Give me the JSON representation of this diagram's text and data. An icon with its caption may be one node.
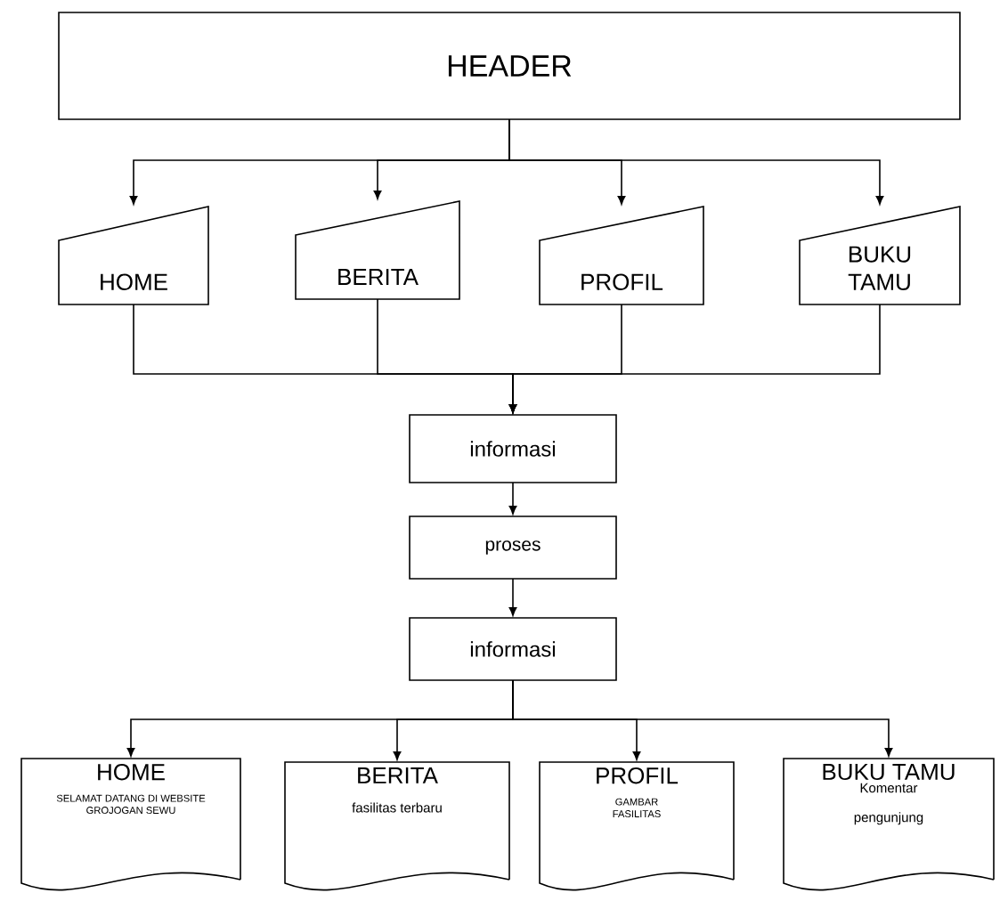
{
  "diagram": {
    "nodes": [
      {
        "text": [
          "HEADER"
        ]
      },
      {
        "text": [
          "HOME"
        ]
      },
      {
        "text": [
          "BERITA"
        ]
      },
      {
        "text": [
          "PROFIL"
        ]
      },
      {
        "text": [
          "BUKU TAMU"
        ]
      },
      {
        "text": [
          "informasi"
        ]
      },
      {
        "text": [
          "proses"
        ]
      },
      {
        "text": [
          "informasi"
        ]
      },
      {
        "text": [
          "HOME",
          "SELAMAT DATANG DI WEBSITE GROJOGAN SEWU"
        ]
      },
      {
        "text": [
          "BERITA",
          "fasilitas terbaru"
        ]
      },
      {
        "text": [
          "PROFIL",
          "GAMBAR FASILITAS"
        ]
      },
      {
        "text": [
          "BUKU TAMU",
          "Komentar pengunjung"
        ]
      }
    ],
    "edges": [
      {
        "from": 0,
        "to": 1,
        "arrow": "to"
      },
      {
        "from": 0,
        "to": 2,
        "arrow": "to"
      },
      {
        "from": 0,
        "to": 3,
        "arrow": "to"
      },
      {
        "from": 0,
        "to": 4,
        "arrow": "to"
      },
      {
        "from": 1,
        "to": 5,
        "arrow": "to"
      },
      {
        "from": 2,
        "to": 5,
        "arrow": "to"
      },
      {
        "from": 3,
        "to": 5,
        "arrow": "to"
      },
      {
        "from": 4,
        "to": 5,
        "arrow": "to"
      },
      {
        "from": 5,
        "to": 6,
        "arrow": "to"
      },
      {
        "from": 6,
        "to": 7,
        "arrow": "to"
      },
      {
        "from": 7,
        "to": 8,
        "arrow": "to"
      },
      {
        "from": 7,
        "to": 9,
        "arrow": "to"
      },
      {
        "from": 7,
        "to": 10,
        "arrow": "to"
      },
      {
        "from": 7,
        "to": 11,
        "arrow": "to"
      }
    ]
  }
}
